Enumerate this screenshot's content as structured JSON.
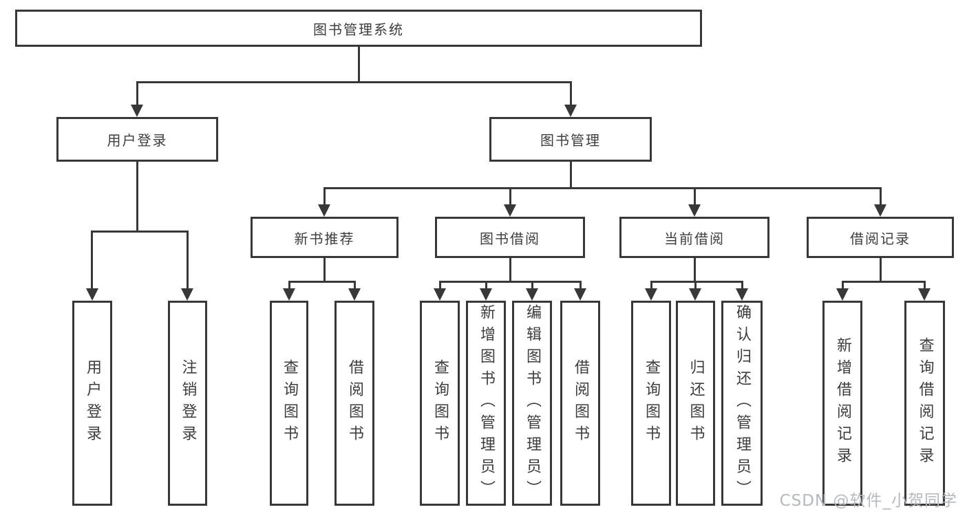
{
  "tree": {
    "label": "图书管理系统",
    "children": [
      {
        "label": "用户登录",
        "children": [
          {
            "label": "用户登录"
          },
          {
            "label": "注销登录"
          }
        ]
      },
      {
        "label": "图书管理",
        "children": [
          {
            "label": "新书推荐",
            "children": [
              {
                "label": "查询图书"
              },
              {
                "label": "借阅图书"
              }
            ]
          },
          {
            "label": "图书借阅",
            "children": [
              {
                "label": "查询图书"
              },
              {
                "label": "新增图书（管理员）"
              },
              {
                "label": "编辑图书（管理员）"
              },
              {
                "label": "借阅图书"
              }
            ]
          },
          {
            "label": "当前借阅",
            "children": [
              {
                "label": "查询图书"
              },
              {
                "label": "归还图书"
              },
              {
                "label": "确认归还（管理员）"
              }
            ]
          },
          {
            "label": "借阅记录",
            "children": [
              {
                "label": "新增借阅记录"
              },
              {
                "label": "查询借阅记录"
              }
            ]
          }
        ]
      }
    ]
  },
  "watermark": "CSDN @软件_小贺同学",
  "colors": {
    "line": "#383838",
    "text": "#3d3d3d",
    "background": "#ffffff",
    "watermark": "#b5b8bd"
  }
}
